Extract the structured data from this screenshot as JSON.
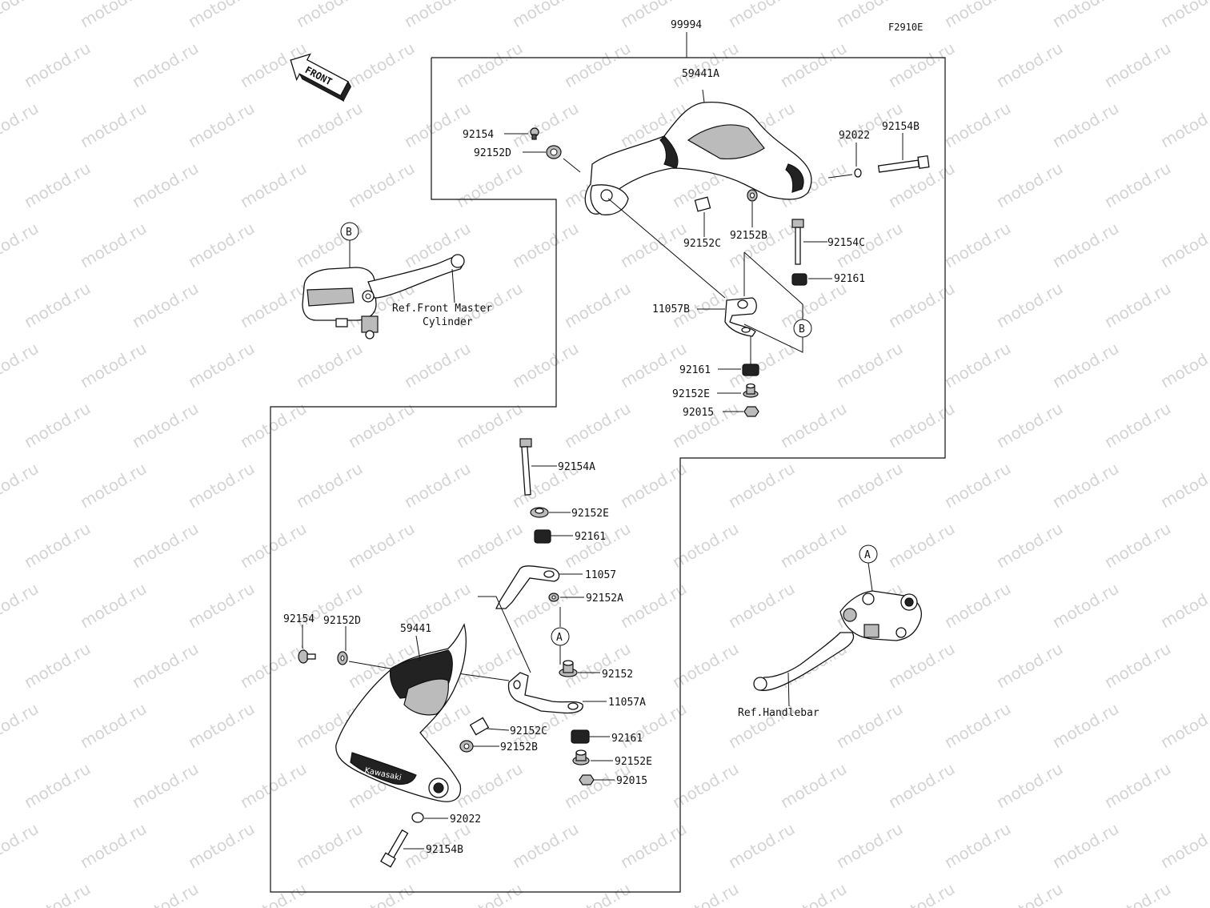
{
  "watermark": "motod.ru",
  "figure_code": "F2910E",
  "front_label": "FRONT",
  "assembly_label": "99994",
  "callouts": {
    "A": "A",
    "B": "B"
  },
  "parts": {
    "p59441A": "59441A",
    "p92154_top": "92154",
    "p92152D_top": "92152D",
    "p92022_top": "92022",
    "p92154B_top": "92154B",
    "p92152C_top": "92152C",
    "p92152B_top": "92152B",
    "p92154C": "92154C",
    "p92161_top1": "92161",
    "p11057B": "11057B",
    "p92161_top2": "92161",
    "p92152E_top": "92152E",
    "p92015_top": "92015",
    "p92154A": "92154A",
    "p92152E_mid": "92152E",
    "p92161_mid": "92161",
    "p11057": "11057",
    "p92152A": "92152A",
    "p92152": "92152",
    "p11057A": "11057A",
    "p92161_low": "92161",
    "p92152E_low": "92152E",
    "p92015_low": "92015",
    "p92154_low": "92154",
    "p92152D_low": "92152D",
    "p59441": "59441",
    "p92152C_low": "92152C",
    "p92152B_low": "92152B",
    "p92022_low": "92022",
    "p92154B_low": "92154B"
  },
  "references": {
    "master_cylinder_line1": "Ref.Front Master",
    "master_cylinder_line2": "Cylinder",
    "handlebar": "Ref.Handlebar"
  },
  "handguard_brand": "Kawasaki"
}
